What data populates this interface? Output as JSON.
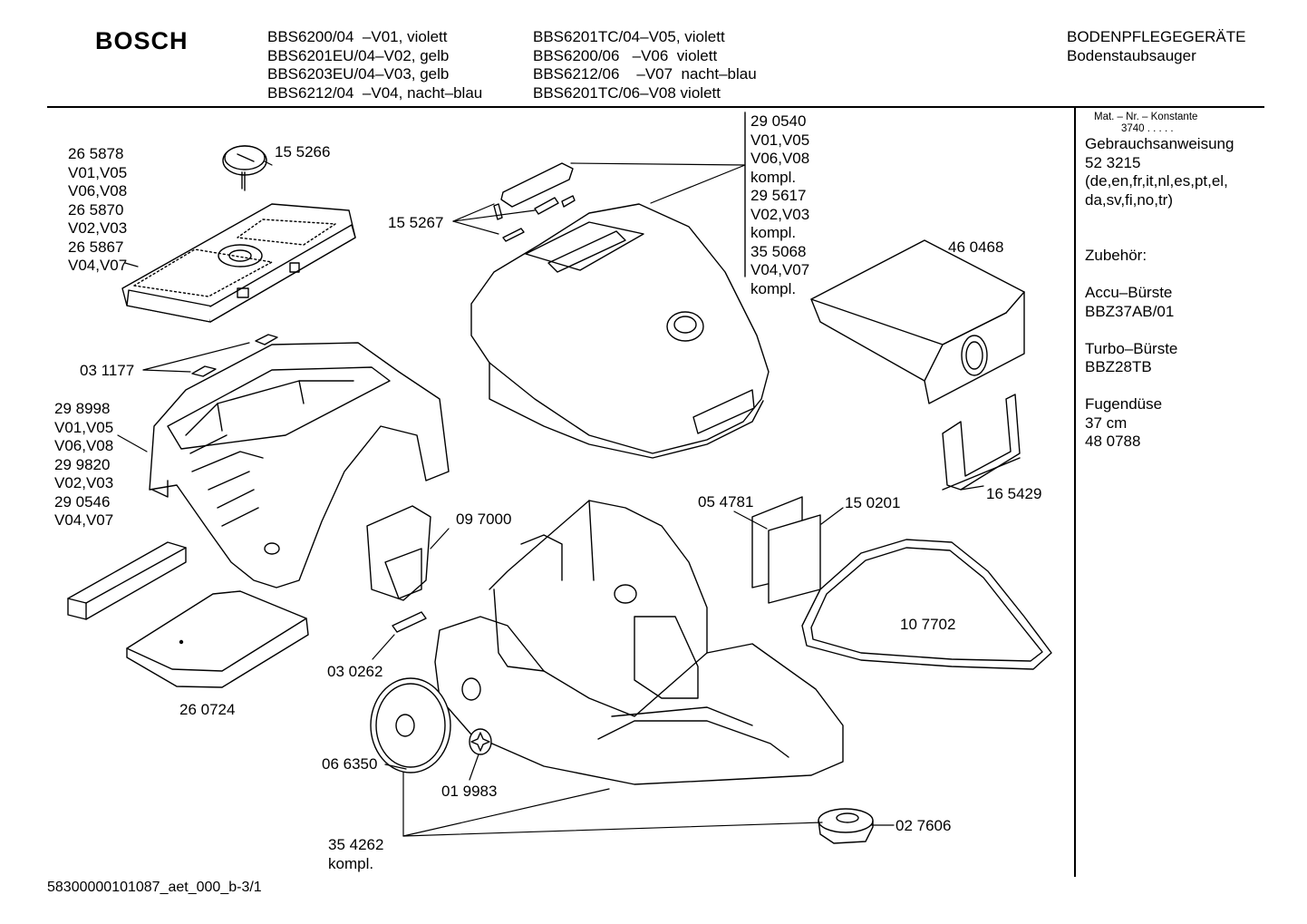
{
  "header": {
    "brand": "BOSCH",
    "models_col1": [
      "BBS6200/04  –V01, violett",
      "BBS6201EU/04–V02, gelb",
      "BBS6203EU/04–V03, gelb",
      "BBS6212/04  –V04, nacht–blau"
    ],
    "models_col2": [
      "BBS6201TC/04–V05, violett",
      "BBS6200/06   –V06  violett",
      "BBS6212/06    –V07  nacht–blau",
      "BBS6201TC/06–V08 violett"
    ],
    "category": "BODENPFLEGEGERÄTE",
    "subcategory": "Bodenstaubsauger"
  },
  "sidebar": {
    "mat_nr_label": "Mat. – Nr. – Konstante",
    "mat_nr_value": "3740  .  .  .  .  .",
    "manual_title": "Gebrauchsanweisung",
    "manual_number": "52 3215",
    "manual_languages": [
      "(de,en,fr,it,nl,es,pt,el,",
      "da,sv,fi,no,tr)"
    ],
    "accessories_title": "Zubehör:",
    "accessories": [
      {
        "name": "Accu–Bürste",
        "code": "BBZ37AB/01"
      },
      {
        "name": "Turbo–Bürste",
        "code": "BBZ28TB"
      },
      {
        "name": "Fugendüse",
        "size": "37 cm",
        "code": "48 0788"
      }
    ]
  },
  "parts": {
    "p265878": [
      "26 5878",
      "V01,V05",
      "V06,V08",
      "26 5870",
      "V02,V03",
      "26 5867",
      "V04,V07"
    ],
    "p155266": "15 5266",
    "p155267": "15 5267",
    "p290540": [
      "29 0540",
      "V01,V05",
      "V06,V08",
      "kompl.",
      "29 5617",
      "V02,V03",
      "kompl.",
      "35 5068",
      "V04,V07",
      "kompl."
    ],
    "p460468": "46 0468",
    "p031177": "03 1177",
    "p298998": [
      "29 8998",
      "V01,V05",
      "V06,V08",
      "29 9820",
      "V02,V03",
      "29 0546",
      "V04,V07"
    ],
    "p097000": "09 7000",
    "p054781": "05 4781",
    "p150201": "15 0201",
    "p165429": "16 5429",
    "p107702": "10 7702",
    "p260724": "26 0724",
    "p030262": "03 0262",
    "p066350": "06 6350",
    "p019983": "01 9983",
    "p354262": [
      "35 4262",
      "kompl."
    ],
    "p027606": "02 7606"
  },
  "footer": {
    "doc_id": "58300000101087_aet_000_b-3/1"
  }
}
